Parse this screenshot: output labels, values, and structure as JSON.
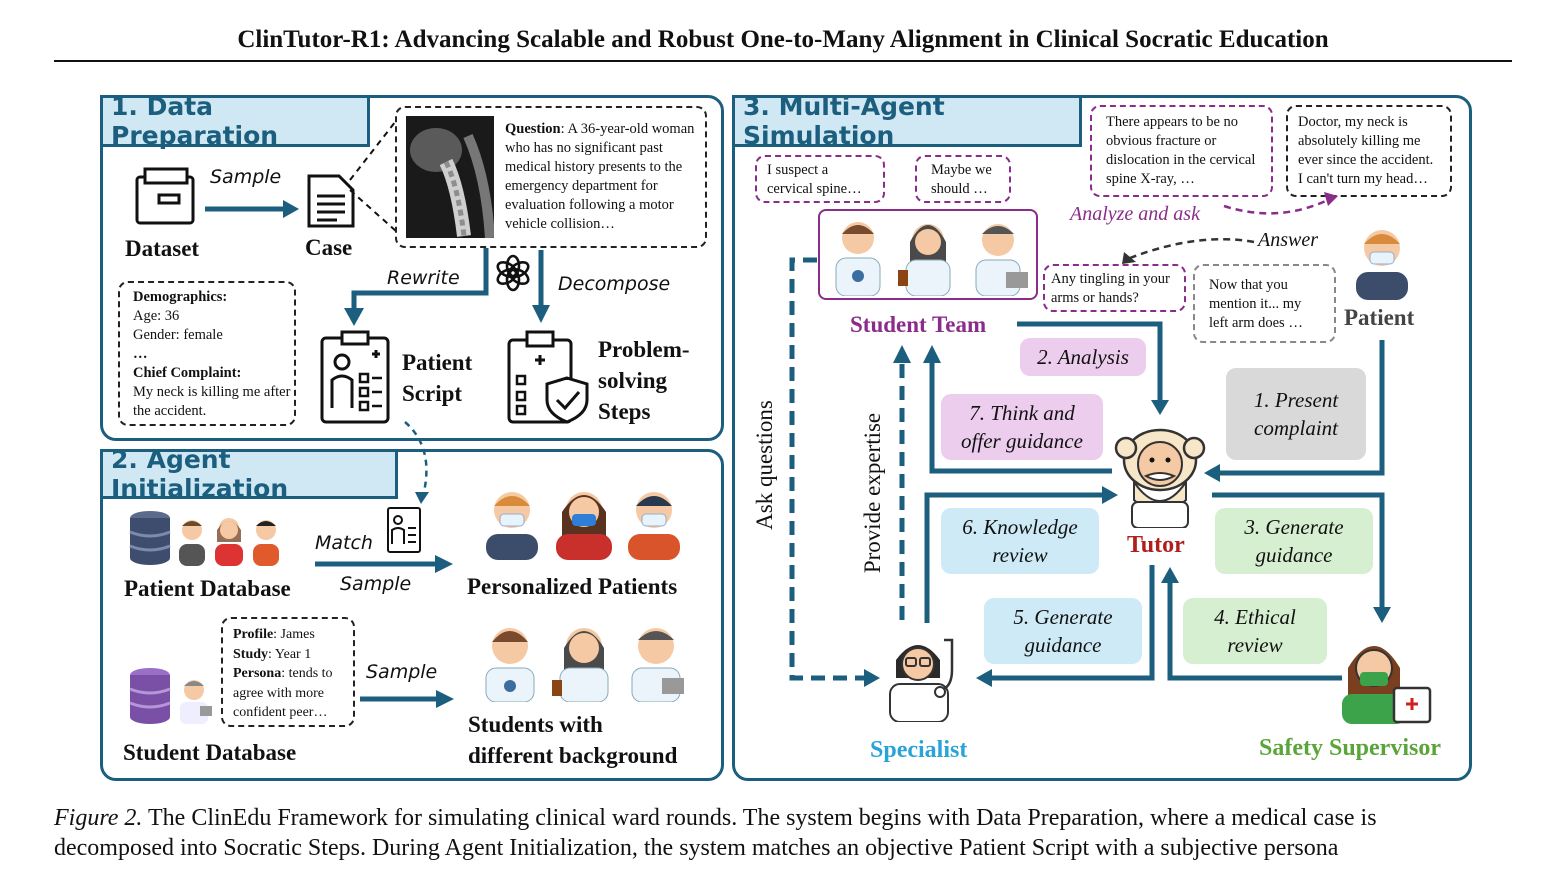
{
  "paper": {
    "title": "ClinTutor-R1: Advancing Scalable and Robust One-to-Many Alignment in Clinical Socratic Education"
  },
  "panel1": {
    "title": "1. Data Preparation",
    "sample_label": "Sample",
    "dataset_label": "Dataset",
    "case_label": "Case",
    "rewrite_label": "Rewrite",
    "decompose_label": "Decompose",
    "question_key": "Question",
    "question_text": ": A 36-year-old woman who has no significant past medical history presents to the emergency department for evaluation following a motor vehicle collision…",
    "demographics_key": "Demographics:",
    "age": "Age: 36",
    "gender": "Gender: female",
    "ellipsis": "…",
    "chief_key": "Chief Complaint:",
    "chief_text": "My neck is killing me after the accident.",
    "patient_script_l1": "Patient",
    "patient_script_l2": "Script",
    "steps_l1": "Problem-",
    "steps_l2": "solving",
    "steps_l3": "Steps"
  },
  "panel2": {
    "title": "2. Agent Initialization",
    "match_label": "Match",
    "sample_label_1": "Sample",
    "patient_db_label": "Patient Database",
    "personalized_label": "Personalized Patients",
    "profile_key": "Profile",
    "profile_text": ": James",
    "study_key": "Study",
    "study_text": ": Year 1",
    "persona_key": "Persona",
    "persona_text": ": tends to agree with more confident peer…",
    "sample_label_2": "Sample",
    "student_db_label": "Student Database",
    "students_l1": "Students with",
    "students_l2": "different background"
  },
  "panel3": {
    "title": "3. Multi-Agent Simulation",
    "bubble_suspect": "I suspect a cervical spine…",
    "bubble_maybe": "Maybe we should …",
    "bubble_fracture": "There appears to be no obvious fracture or dislocation in the cervical spine X-ray, …",
    "bubble_neck": "Doctor, my neck is absolutely killing me ever since the accident. I can't turn my head…",
    "analyze_label": "Analyze and ask",
    "answer_label": "Answer",
    "bubble_tingling": "Any tingling in your arms or hands?",
    "bubble_nowthat": "Now that you mention it... my left arm does …",
    "student_team_label": "Student Team",
    "patient_label": "Patient",
    "ask_questions": "Ask questions",
    "provide_expertise": "Provide expertise",
    "step2": "2. Analysis",
    "step1_l1": "1. Present",
    "step1_l2": "complaint",
    "step7_l1": "7. Think and",
    "step7_l2": "offer guidance",
    "step6_l1": "6. Knowledge",
    "step6_l2": "review",
    "step3_l1": "3. Generate",
    "step3_l2": "guidance",
    "step5_l1": "5. Generate",
    "step5_l2": "guidance",
    "step4_l1": "4. Ethical",
    "step4_l2": "review",
    "tutor_label": "Tutor",
    "specialist_label": "Specialist",
    "supervisor_label": "Safety Supervisor"
  },
  "colors": {
    "frame": "#1c5e7e",
    "student_team": "#8a2c8a",
    "tutor": "#b01e1e",
    "specialist": "#2aa3d6",
    "supervisor": "#5aa53a"
  },
  "caption": {
    "fig_label": "Figure 2.",
    "line1": " The ClinEdu Framework for simulating clinical ward rounds. The system begins with Data Preparation, where a medical case is",
    "line2": "decomposed into Socratic Steps. During Agent Initialization, the system matches an objective Patient Script with a subjective persona"
  }
}
